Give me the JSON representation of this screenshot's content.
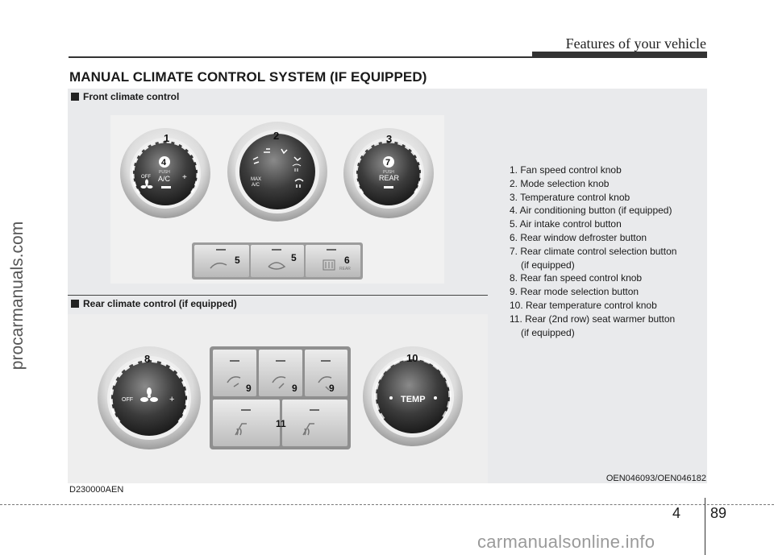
{
  "header": {
    "title": "Features of your vehicle"
  },
  "section_title": "MANUAL CLIMATE CONTROL SYSTEM (IF EQUIPPED)",
  "front": {
    "subtitle": "Front climate control",
    "knob1": {
      "number": "1",
      "inner_number": "4",
      "push": "PUSH",
      "label": "A/C",
      "off": "OFF",
      "plus": "+"
    },
    "knob2": {
      "number": "2",
      "max": "MAX",
      "ac": "A/C"
    },
    "knob3": {
      "number": "3",
      "inner_number": "7",
      "push": "PUSH",
      "label": "REAR"
    },
    "buttons": [
      {
        "number": "5"
      },
      {
        "number": "5"
      },
      {
        "number": "6",
        "label": "REAR"
      }
    ]
  },
  "rear": {
    "subtitle": "Rear climate control (if equipped)",
    "knob8": {
      "number": "8",
      "off": "OFF",
      "plus": "+"
    },
    "knob10": {
      "number": "10",
      "label": "TEMP"
    },
    "mode_buttons": [
      {
        "number": "9"
      },
      {
        "number": "9"
      },
      {
        "number": "9"
      }
    ],
    "seat_number": "11"
  },
  "legend": [
    "1. Fan speed control knob",
    "2. Mode selection knob",
    "3. Temperature control knob",
    "4. Air conditioning button (if equipped)",
    "5. Air intake control button",
    "6. Rear window defroster button",
    "7. Rear climate control selection button",
    "(if equipped)",
    "8. Rear fan speed control knob",
    "9. Rear mode selection button",
    "10. Rear temperature control knob",
    "11. Rear (2nd row) seat warmer button",
    "(if equipped)"
  ],
  "codes": {
    "left": "D230000AEN",
    "right": "OEN046093/OEN046182"
  },
  "page": {
    "chapter": "4",
    "number": "89"
  },
  "watermarks": {
    "side": "procarmanuals.com",
    "bottom": "carmanualsonline.info"
  }
}
